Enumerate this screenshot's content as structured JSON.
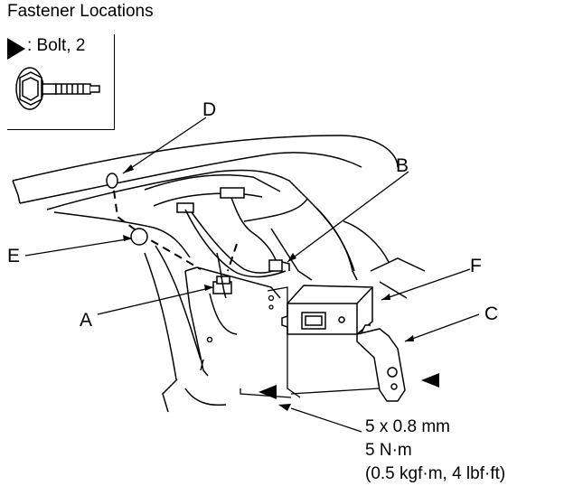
{
  "header": {
    "title": "Fastener Locations"
  },
  "legend": {
    "text": ": Bolt, 2",
    "icon": "triangle-marker-icon"
  },
  "callouts": {
    "A": "A",
    "B": "B",
    "C": "C",
    "D": "D",
    "E": "E",
    "F": "F"
  },
  "torque_spec": {
    "size": "5 x 0.8 mm",
    "torque_nm": "5 N·m",
    "torque_alt": "(0.5 kgf·m, 4 lbf·ft)"
  }
}
